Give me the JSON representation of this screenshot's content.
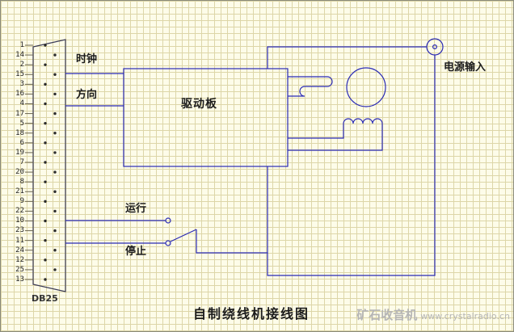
{
  "page": {
    "title": "自制绕线机接线图"
  },
  "watermark": {
    "site_name": "矿石收音机",
    "site_url": "www.crystalradio.cn"
  },
  "colors": {
    "wire": "#2a2ab4",
    "label": "#1c1c1c",
    "background": "#fdfce9",
    "grid": "#ddd6a8",
    "watermark": "#b5b5b5"
  },
  "connector": {
    "name": "DB25",
    "pins": [
      "1",
      "14",
      "2",
      "15",
      "3",
      "16",
      "4",
      "17",
      "5",
      "18",
      "6",
      "19",
      "7",
      "20",
      "8",
      "21",
      "9",
      "22",
      "10",
      "23",
      "11",
      "24",
      "12",
      "25",
      "13"
    ]
  },
  "labels": {
    "clock": "时钟",
    "direction": "方向",
    "driver_board": "驱动板",
    "run": "运行",
    "stop": "停止",
    "power_input": "电源输入"
  }
}
